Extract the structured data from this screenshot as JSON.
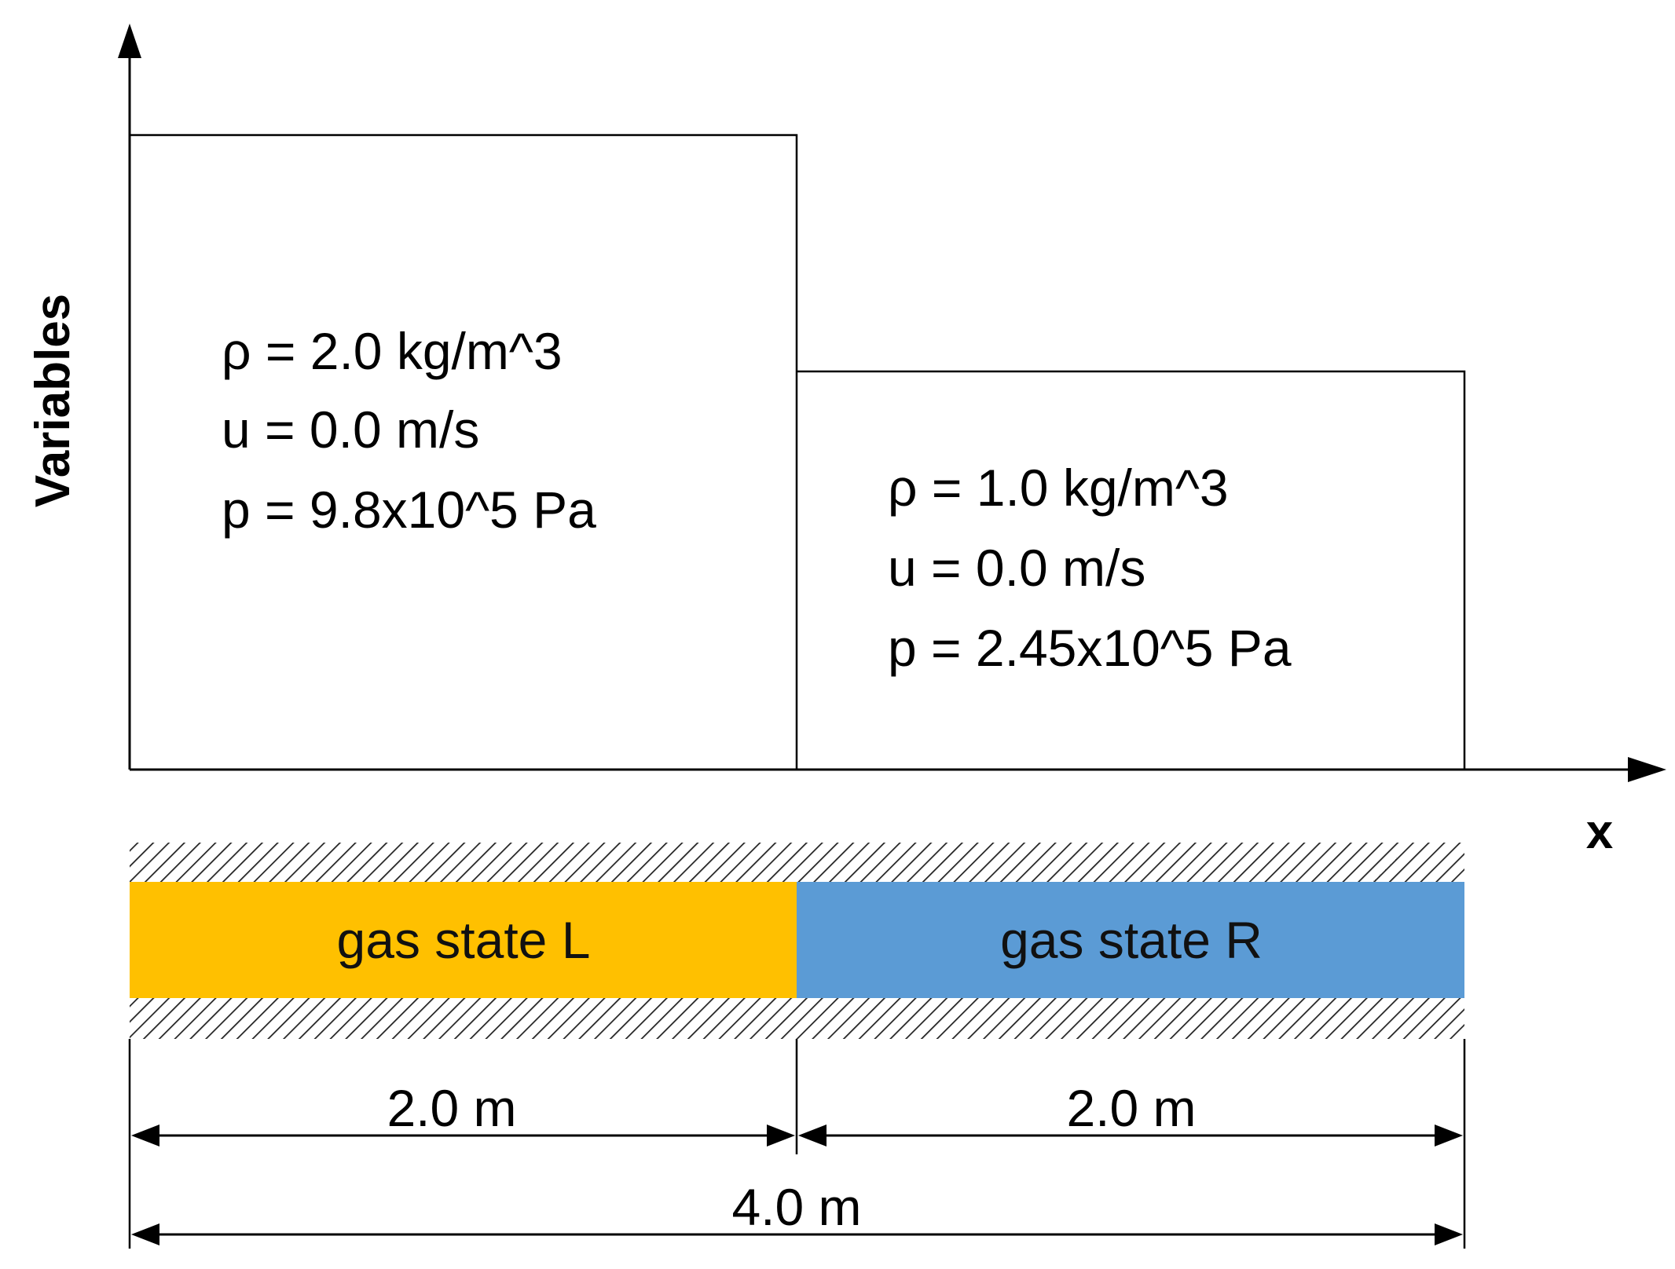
{
  "diagram": {
    "type": "riemann-problem-shock-tube",
    "axes": {
      "y_label": "Variables",
      "x_label": "x"
    },
    "left_state": {
      "lines": [
        "ρ = 2.0 kg/m^3",
        "u = 0.0 m/s",
        "p = 9.8x10^5 Pa"
      ],
      "density": 2.0,
      "velocity": 0.0,
      "pressure": 980000
    },
    "right_state": {
      "lines": [
        "ρ = 1.0 kg/m^3",
        "u = 0.0 m/s",
        "p = 2.45x10^5 Pa"
      ],
      "density": 1.0,
      "velocity": 0.0,
      "pressure": 245000
    },
    "tube": {
      "left_label": "gas state L",
      "right_label": "gas state R",
      "left_color": "#FFC000",
      "right_color": "#5B9BD5"
    },
    "dimensions": {
      "left_length": "2.0 m",
      "right_length": "2.0 m",
      "total_length": "4.0 m"
    }
  }
}
